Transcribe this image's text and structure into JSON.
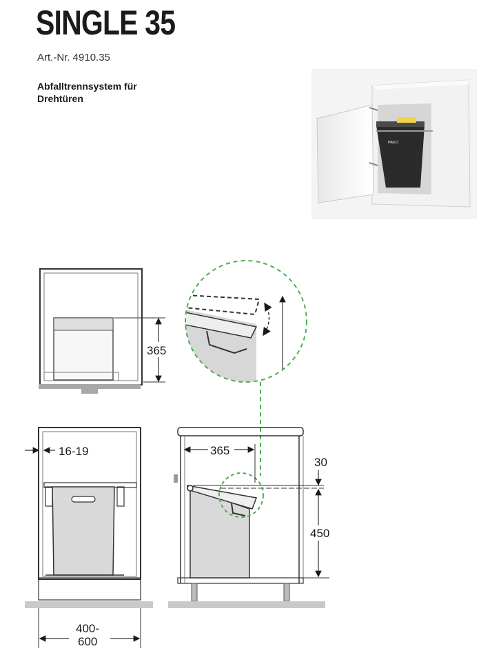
{
  "header": {
    "title": "SINGLE 35",
    "art_nr": "Art.-Nr. 4910.35",
    "description": "Abfalltrennsystem für Drehtüren"
  },
  "colors": {
    "accent_dashed": "#4caf50",
    "bin_fill": "#d9d9d9",
    "dim_line": "#1a1a1a"
  },
  "dimensions": {
    "top_view_height": "365",
    "front_side_clearance": "16-19",
    "front_width_top": "400-",
    "front_width_bottom": "600",
    "side_depth": "365",
    "side_lid_offset": "30",
    "side_height": "450"
  },
  "photo_badge": "HAILO"
}
